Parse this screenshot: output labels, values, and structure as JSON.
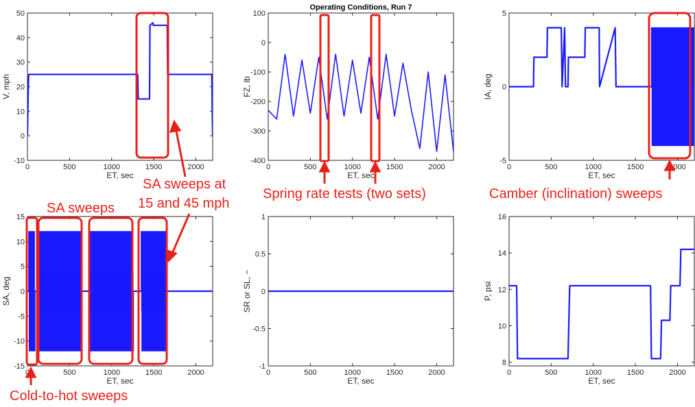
{
  "page_title": "Operating Conditions, Run 7",
  "colors": {
    "trace": "#1a1aff",
    "annotation": "#e8201a",
    "axis": "#262626"
  },
  "chart_data": [
    {
      "type": "line",
      "xlabel": "ET, sec",
      "ylabel": "V, mph",
      "xlim": [
        0,
        2200
      ],
      "ylim": [
        -10,
        50
      ],
      "xticks": [
        0,
        500,
        1000,
        1500,
        2000
      ],
      "yticks": [
        -10,
        0,
        10,
        20,
        30,
        40,
        50
      ],
      "grid": false,
      "series": [
        {
          "x": [
            0,
            10,
            15,
            1310,
            1315,
            1450,
            1455,
            1490,
            1495,
            1660,
            1665,
            2190,
            2195,
            2200
          ],
          "y": [
            0,
            20,
            25,
            25,
            15,
            15,
            45,
            46,
            45,
            45,
            25,
            25,
            10,
            0
          ]
        }
      ]
    },
    {
      "type": "line",
      "title": "Operating Conditions, Run 7",
      "xlabel": "ET, sec",
      "ylabel": "FZ, lb",
      "xlim": [
        0,
        2200
      ],
      "ylim": [
        -400,
        100
      ],
      "xticks": [
        0,
        500,
        1000,
        1500,
        2000
      ],
      "yticks": [
        -400,
        -300,
        -200,
        -100,
        0,
        100
      ],
      "grid": false,
      "series": [
        {
          "x": [
            0,
            100,
            200,
            300,
            400,
            500,
            600,
            700,
            800,
            900,
            1000,
            1100,
            1200,
            1300,
            1400,
            1500,
            1600,
            1700,
            1800,
            1900,
            2000,
            2100,
            2200
          ],
          "y": [
            -230,
            -260,
            -40,
            -250,
            -60,
            -240,
            -50,
            -260,
            -40,
            -250,
            -60,
            -240,
            -50,
            -260,
            -40,
            -250,
            -70,
            -230,
            -360,
            -100,
            -370,
            -110,
            -370
          ]
        }
      ]
    },
    {
      "type": "line",
      "xlabel": "ET, sec",
      "ylabel": "IA, deg",
      "xlim": [
        0,
        2200
      ],
      "ylim": [
        -5,
        5
      ],
      "xticks": [
        0,
        500,
        1000,
        1500,
        2000
      ],
      "yticks": [
        -5,
        0,
        5
      ],
      "grid": false,
      "series": [
        {
          "x": [
            0,
            290,
            295,
            450,
            455,
            620,
            630,
            660,
            670,
            700,
            705,
            900,
            905,
            1070,
            1075,
            1260,
            1270,
            1310,
            1320,
            1690,
            2200
          ],
          "y": [
            0,
            0,
            2,
            2,
            4,
            4,
            0,
            4,
            0,
            0,
            2,
            2,
            4,
            4,
            0,
            4,
            0,
            0,
            0,
            0,
            0
          ]
        }
      ],
      "sweep_region": {
        "x_start": 1690,
        "x_end": 2200,
        "amplitude": 4,
        "cycles": 32
      }
    },
    {
      "type": "line",
      "xlabel": "ET, sec",
      "ylabel": "SA, deg",
      "xlim": [
        0,
        2200
      ],
      "ylim": [
        -15,
        15
      ],
      "xticks": [
        0,
        500,
        1000,
        1500,
        2000
      ],
      "yticks": [
        -15,
        -10,
        -5,
        0,
        5,
        10,
        15
      ],
      "grid": false,
      "series": [
        {
          "x": [
            0,
            2200
          ],
          "y": [
            0,
            0
          ]
        }
      ],
      "sweep_regions": [
        {
          "x_start": 15,
          "x_end": 90,
          "amplitude": 12
        },
        {
          "x_start": 110,
          "x_end": 640,
          "amplitude": 12,
          "inner_amplitude": 4
        },
        {
          "x_start": 740,
          "x_end": 1260,
          "amplitude": 12,
          "inner_amplitude": 4
        },
        {
          "x_start": 1350,
          "x_end": 1660,
          "amplitude": 12,
          "inner_amplitude": 4
        }
      ]
    },
    {
      "type": "line",
      "xlabel": "ET, sec",
      "ylabel": "SR or SL, −",
      "xlim": [
        0,
        2200
      ],
      "ylim": [
        -1,
        1
      ],
      "xticks": [
        0,
        500,
        1000,
        1500,
        2000
      ],
      "yticks": [
        -1,
        -0.5,
        0,
        0.5,
        1
      ],
      "grid": false,
      "series": [
        {
          "x": [
            0,
            2200
          ],
          "y": [
            0,
            0
          ]
        }
      ]
    },
    {
      "type": "line",
      "xlabel": "ET, sec",
      "ylabel": "P, psi",
      "xlim": [
        0,
        2200
      ],
      "ylim": [
        7.8,
        16
      ],
      "xticks": [
        0,
        500,
        1000,
        1500,
        2000
      ],
      "yticks": [
        8,
        10,
        12,
        14,
        16
      ],
      "grid": false,
      "series": [
        {
          "x": [
            0,
            90,
            100,
            700,
            720,
            1680,
            1690,
            1800,
            1810,
            1910,
            1920,
            2030,
            2040,
            2200
          ],
          "y": [
            12.2,
            12.2,
            8.2,
            8.2,
            12.2,
            12.2,
            8.2,
            8.2,
            10.3,
            10.3,
            12.2,
            12.2,
            14.2,
            14.2
          ]
        }
      ]
    }
  ],
  "annotations": {
    "sa_sweeps_speeds": [
      "SA sweeps at",
      "15 and 45 mph"
    ],
    "spring_rate": "Spring rate tests (two sets)",
    "camber": "Camber (inclination) sweeps",
    "sa_sweeps": "SA sweeps",
    "cold_to_hot": "Cold-to-hot sweeps"
  }
}
